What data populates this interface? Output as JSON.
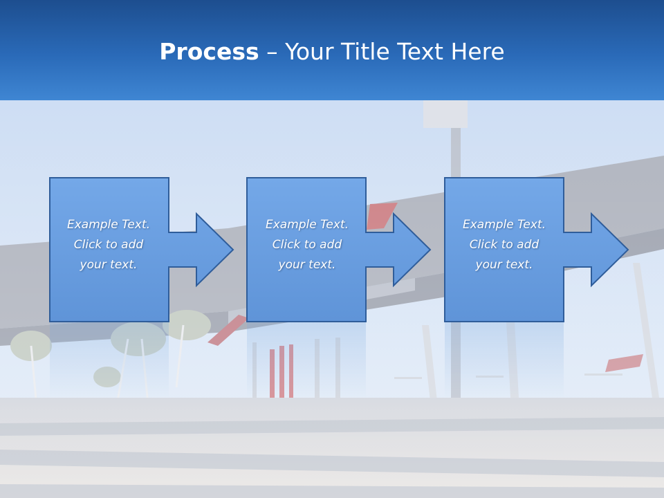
{
  "slide": {
    "title_bold": "Process",
    "title_rest": " – Your Title Text Here"
  },
  "process_steps": [
    {
      "line1": "Example Text.",
      "line2": "Click  to add",
      "line3": "your text."
    },
    {
      "line1": "Example Text.",
      "line2": "Click  to add",
      "line3": "your text."
    },
    {
      "line1": "Example Text.",
      "line2": "Click  to add",
      "line3": "your text."
    }
  ],
  "colors": {
    "title_bar": "#2a6ab8",
    "box_fill": "#6a9ee0",
    "box_stroke": "#2f5d9a",
    "text": "#ffffff"
  }
}
